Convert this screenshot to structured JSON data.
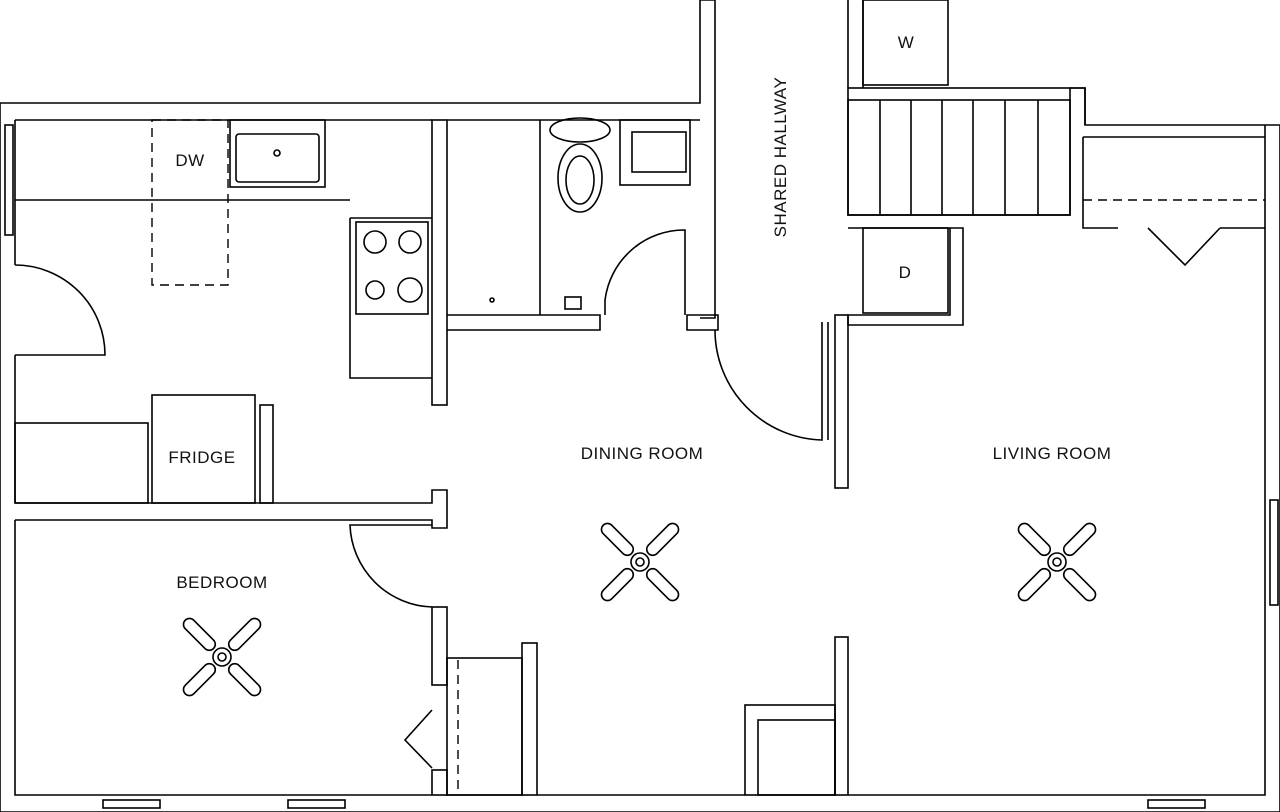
{
  "labels": {
    "dishwasher": "DW",
    "fridge": "FRIDGE",
    "dining_room": "DINING ROOM",
    "living_room": "LIVING ROOM",
    "bedroom": "BEDROOM",
    "shared_hallway": "SHARED HALLWAY",
    "washer": "W",
    "dryer": "D"
  },
  "colors": {
    "line": "#000000",
    "background": "#ffffff"
  }
}
